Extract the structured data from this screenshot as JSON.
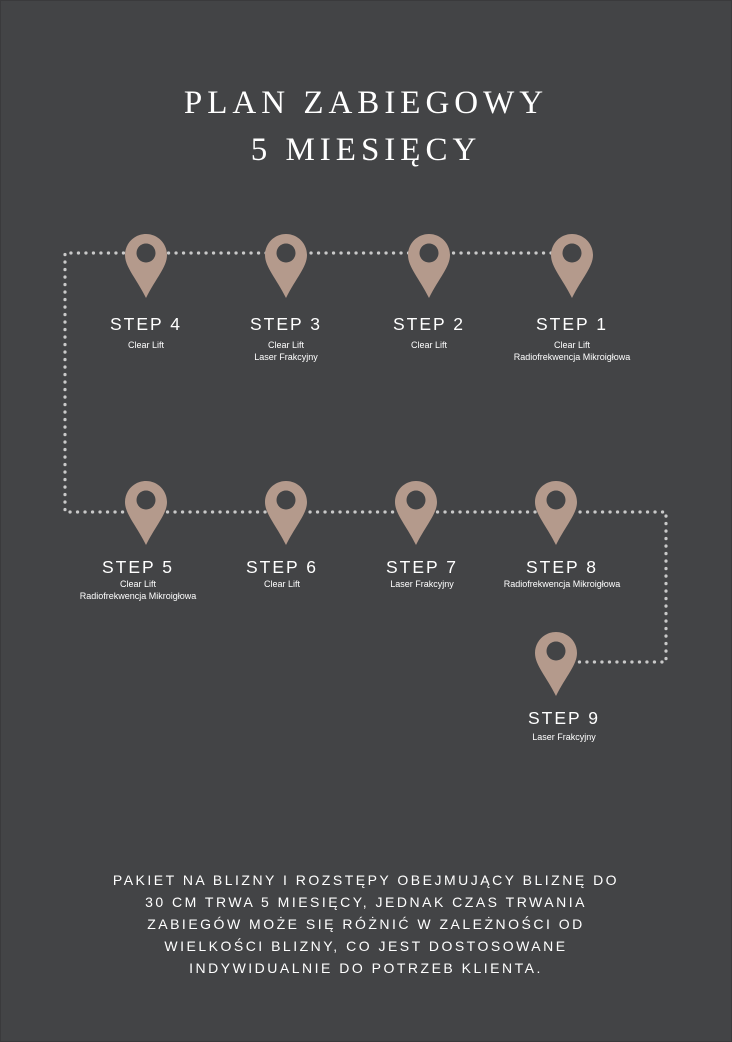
{
  "title": {
    "line1": "PLAN ZABIEGOWY",
    "line2": "5 MIESIĘCY"
  },
  "colors": {
    "background": "#434446",
    "pin": "#b49a8c",
    "route": "#c9c9c9",
    "text": "#ffffff"
  },
  "steps": [
    {
      "label": "STEP 4",
      "treatments": [
        "Clear Lift"
      ]
    },
    {
      "label": "STEP 3",
      "treatments": [
        "Clear Lift",
        "Laser Frakcyjny"
      ]
    },
    {
      "label": "STEP 2",
      "treatments": [
        "Clear Lift"
      ]
    },
    {
      "label": "STEP 1",
      "treatments": [
        "Clear Lift",
        "Radiofrekwencja Mikroigłowa"
      ]
    },
    {
      "label": "STEP 5",
      "treatments": [
        "Clear Lift",
        "Radiofrekwencja Mikroigłowa"
      ]
    },
    {
      "label": "STEP 6",
      "treatments": [
        "Clear Lift"
      ]
    },
    {
      "label": "STEP 7",
      "treatments": [
        "Laser Frakcyjny"
      ]
    },
    {
      "label": "STEP 8",
      "treatments": [
        "Radiofrekwencja Mikroigłowa"
      ]
    },
    {
      "label": "STEP 9",
      "treatments": [
        "Laser Frakcyjny"
      ]
    }
  ],
  "footer": {
    "lines": [
      "PAKIET NA BLIZNY I ROZSTĘPY OBEJMUJĄCY BLIZNĘ DO",
      "30 CM TRWA 5 MIESIĘCY, JEDNAK CZAS TRWANIA",
      "ZABIEGÓW MOŻE SIĘ RÓŻNIĆ W ZALEŻNOŚCI OD",
      "WIELKOŚCI BLIZNY, CO JEST DOSTOSOWANE",
      "INDYWIDUALNIE DO POTRZEB KLIENTA."
    ]
  }
}
